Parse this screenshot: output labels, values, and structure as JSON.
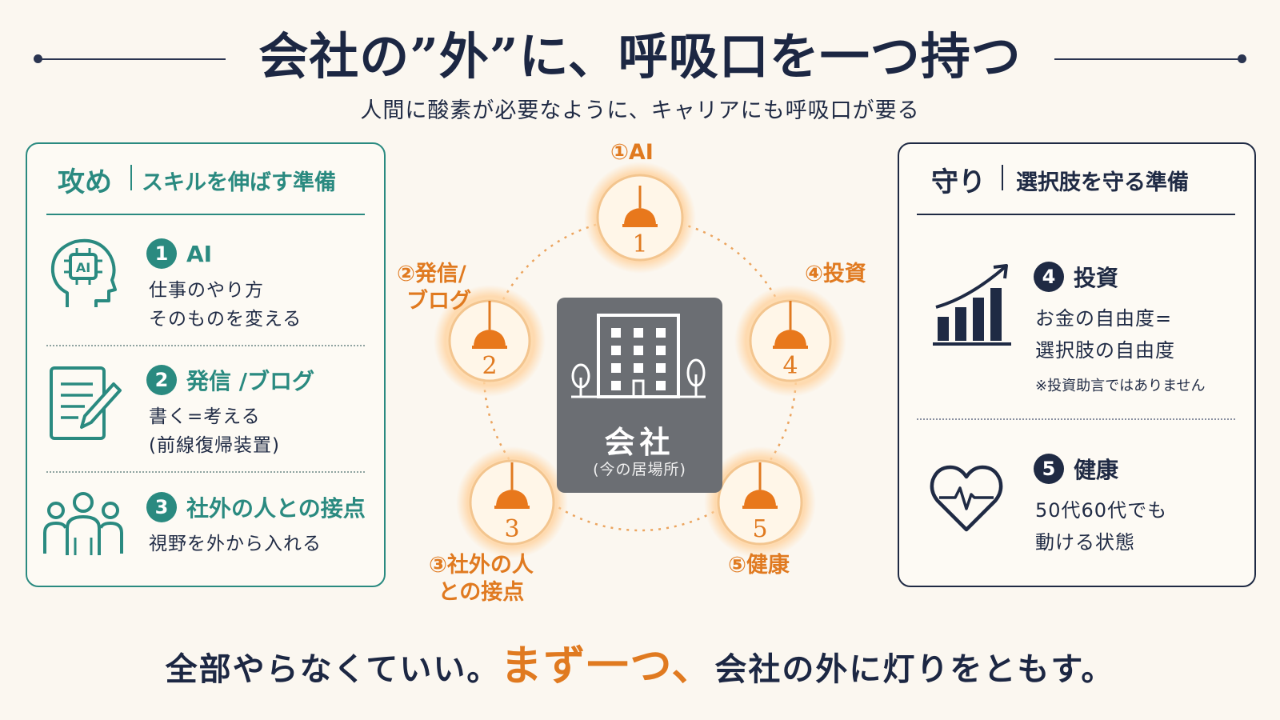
{
  "header": {
    "title": "会社の”外”に、呼吸口を一つ持つ",
    "subtitle": "人間に酸素が必要なように、キャリアにも呼吸口が要る"
  },
  "left_panel": {
    "heading": "攻め",
    "subheading": "スキルを伸ばす準備",
    "icon_ai_text": "AI",
    "items": [
      {
        "number": "1",
        "title": "AI",
        "desc": [
          "仕事のやり方",
          "そのものを変える"
        ],
        "icon": "ai-head-icon"
      },
      {
        "number": "2",
        "title": "発信 /ブログ",
        "desc": [
          "書く=考える",
          "(前線復帰装置)"
        ],
        "icon": "document-pen-icon"
      },
      {
        "number": "3",
        "title": "社外の人との接点",
        "desc": [
          "視野を外から入れる"
        ],
        "icon": "people-group-icon"
      }
    ]
  },
  "right_panel": {
    "heading": "守り",
    "subheading": "選択肢を守る準備",
    "items": [
      {
        "number": "4",
        "title": "投資",
        "desc": [
          "お金の自由度=",
          "選択肢の自由度"
        ],
        "note": "※投資助言ではありません",
        "icon": "growth-chart-icon"
      },
      {
        "number": "5",
        "title": "健康",
        "desc": [
          "50代60代でも",
          "動ける状態"
        ],
        "icon": "heart-pulse-icon"
      }
    ]
  },
  "diagram": {
    "lamps": [
      {
        "num": "1",
        "label": [
          "①AI"
        ]
      },
      {
        "num": "2",
        "label": [
          "②発信/",
          "ブログ"
        ]
      },
      {
        "num": "3",
        "label": [
          "③社外の人",
          "との接点"
        ]
      },
      {
        "num": "4",
        "label": [
          "④投資"
        ]
      },
      {
        "num": "5",
        "label": [
          "⑤健康"
        ]
      }
    ],
    "center": {
      "name": "会社",
      "sub": "(今の居場所)"
    }
  },
  "footer": {
    "pre": "全部やらなくていい。",
    "accent": "まず一つ、",
    "post": "会社の外に灯りをともす。"
  },
  "colors": {
    "teal": "#2a8a80",
    "navy": "#1f2a44",
    "orange": "#e07a20",
    "background": "#fbf7f0",
    "building": "#6b6e73"
  }
}
